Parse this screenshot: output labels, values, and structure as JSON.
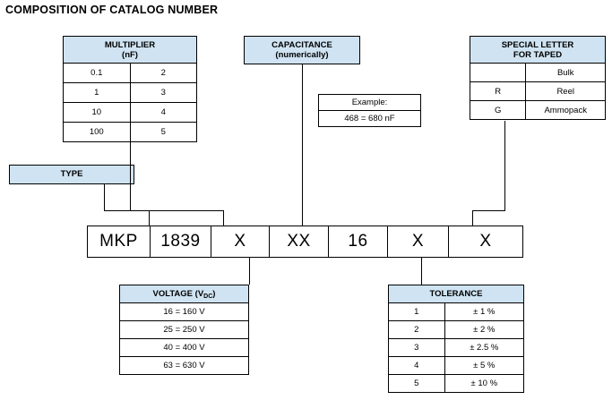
{
  "title": "COMPOSITION OF CATALOG NUMBER",
  "colors": {
    "header_fill": "#cfe3f2",
    "line": "#000000",
    "background": "#ffffff"
  },
  "multiplier_table": {
    "header_line1": "MULTIPLIER",
    "header_line2": "(nF)",
    "rows": [
      {
        "value": "0.1",
        "code": "2"
      },
      {
        "value": "1",
        "code": "3"
      },
      {
        "value": "10",
        "code": "4"
      },
      {
        "value": "100",
        "code": "5"
      }
    ]
  },
  "capacitance_box": {
    "header_line1": "CAPACITANCE",
    "header_line2": "(numerically)"
  },
  "example_box": {
    "label": "Example:",
    "value": "468 = 680 nF"
  },
  "special_letter_table": {
    "header_line1": "SPECIAL LETTER",
    "header_line2": "FOR TAPED",
    "rows": [
      {
        "letter": "",
        "meaning": "Bulk"
      },
      {
        "letter": "R",
        "meaning": "Reel"
      },
      {
        "letter": "G",
        "meaning": "Ammopack"
      }
    ]
  },
  "type_box": {
    "label": "TYPE"
  },
  "code_row": {
    "cells": [
      {
        "name": "type",
        "text": "MKP"
      },
      {
        "name": "series",
        "text": "1839"
      },
      {
        "name": "multiplier",
        "text": "X"
      },
      {
        "name": "capacitance",
        "text": "XX"
      },
      {
        "name": "voltage",
        "text": "16"
      },
      {
        "name": "tolerance",
        "text": "X"
      },
      {
        "name": "special-letter",
        "text": "X"
      }
    ]
  },
  "voltage_table": {
    "header_prefix": "VOLTAGE (V",
    "header_subscript": "DC",
    "header_suffix": ")",
    "rows": [
      "16 = 160 V",
      "25 = 250 V",
      "40 = 400 V",
      "63 = 630 V"
    ]
  },
  "tolerance_table": {
    "header": "TOLERANCE",
    "rows": [
      {
        "code": "1",
        "value": "± 1 %"
      },
      {
        "code": "2",
        "value": "± 2 %"
      },
      {
        "code": "3",
        "value": "± 2.5 %"
      },
      {
        "code": "4",
        "value": "± 5 %"
      },
      {
        "code": "5",
        "value": "± 10 %"
      }
    ]
  }
}
